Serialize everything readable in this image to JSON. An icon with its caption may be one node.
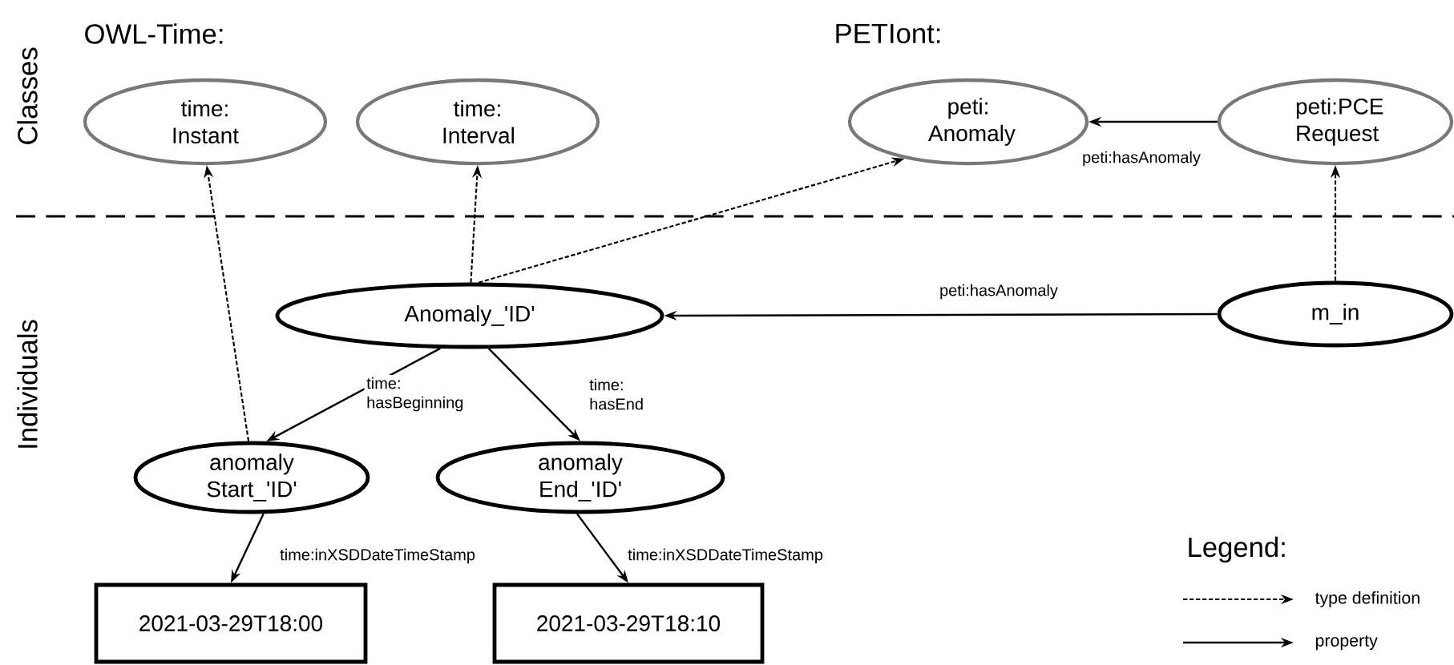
{
  "diagram": {
    "nodes": [
      {
        "text": [
          "time: Instant"
        ]
      },
      {
        "text": [
          "time: Interval"
        ]
      },
      {
        "text": [
          "peti: Anomaly"
        ]
      },
      {
        "text": [
          "peti:PCE Request"
        ]
      },
      {
        "text": [
          "Anomaly_'ID'"
        ]
      },
      {
        "text": [
          "m_in"
        ]
      },
      {
        "text": [
          "anomaly Start_'ID'"
        ]
      },
      {
        "text": [
          "anomaly End_'ID'"
        ]
      },
      {
        "text": [
          "2021-03-29T18:00"
        ]
      },
      {
        "text": [
          "2021-03-29T18:10"
        ]
      }
    ],
    "edges": [
      {
        "from": 3,
        "to": 2,
        "arrow": "to",
        "label": "peti:hasAnomaly"
      },
      {
        "from": 6,
        "to": 0,
        "arrow": "to",
        "style": "dashed"
      },
      {
        "from": 4,
        "to": 1,
        "arrow": "to",
        "style": "dashed"
      },
      {
        "from": 4,
        "to": 2,
        "arrow": "to",
        "style": "dashed"
      },
      {
        "from": 5,
        "to": 3,
        "arrow": "to",
        "style": "dashed"
      },
      {
        "from": 5,
        "to": 4,
        "arrow": "to",
        "label": "peti:hasAnomaly"
      },
      {
        "from": 4,
        "to": 6,
        "arrow": "to",
        "label": "time: hasBeginning"
      },
      {
        "from": 4,
        "to": 7,
        "arrow": "to",
        "label": "time: hasEnd"
      },
      {
        "from": 6,
        "to": 8,
        "arrow": "to",
        "label": "time:inXSDDateTimeStamp"
      },
      {
        "from": 7,
        "to": 9,
        "arrow": "to",
        "label": "time:inXSDDateTimeStamp"
      }
    ],
    "labels": [
      "OWL-Time:",
      "PETIont:",
      "Classes",
      "Individuals",
      "Legend:"
    ],
    "legend": [
      {
        "text": "type definition"
      },
      {
        "text": "property"
      }
    ]
  }
}
